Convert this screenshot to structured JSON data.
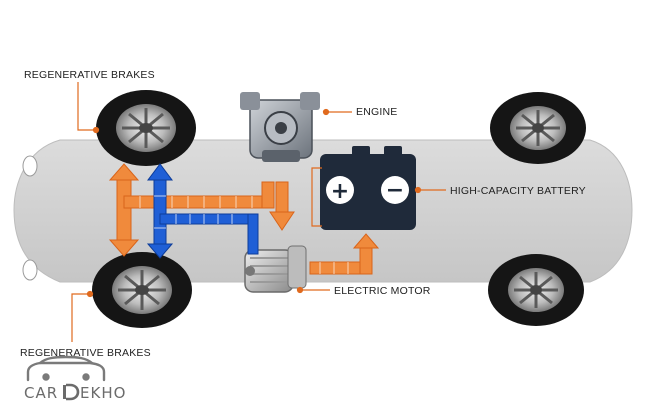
{
  "labels": {
    "regen_top": "REGENERATIVE BRAKES",
    "engine": "ENGINE",
    "battery": "HIGH-CAPACITY BATTERY",
    "motor": "ELECTRIC MOTOR",
    "regen_bottom": "REGENERATIVE BRAKES"
  },
  "logo": {
    "prefix": "CAR",
    "suffix": "EKHO"
  },
  "battery_symbols": {
    "plus": "+",
    "minus": "−"
  },
  "colors": {
    "orange_flow": "#f08a3c",
    "blue_flow": "#1f5fd6",
    "leader_line": "#e06a1e",
    "body": "#d4d4d4",
    "battery": "#1f2a3a"
  }
}
